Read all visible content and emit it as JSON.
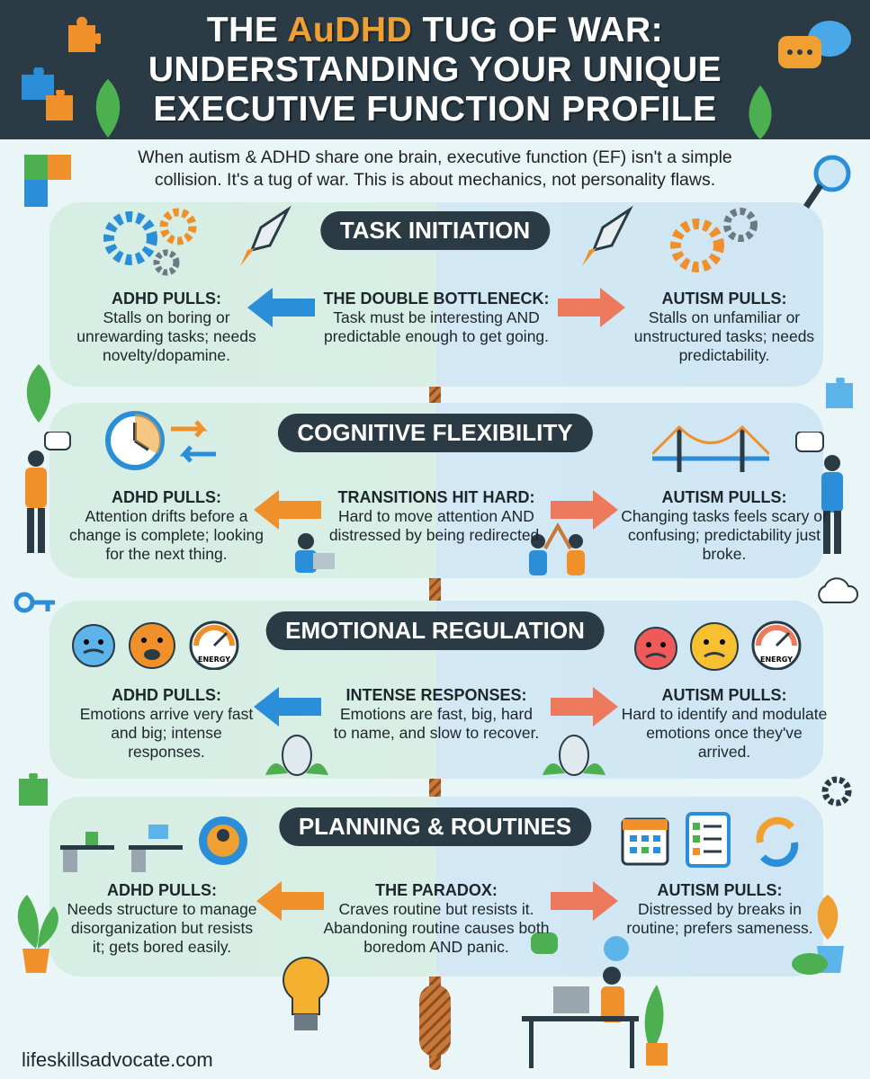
{
  "header": {
    "title_prefix": "THE ",
    "title_accent": "AuDHD",
    "title_line1_rest": " TUG OF WAR:",
    "title_line2": "UNDERSTANDING YOUR UNIQUE",
    "title_line3": "EXECUTIVE FUNCTION PROFILE"
  },
  "intro": "When autism & ADHD share one brain, executive function (EF) isn't a simple collision. It's a tug of war. This is about mechanics, not personality flaws.",
  "colors": {
    "header_bg": "#2b3b45",
    "accent": "#f0a030",
    "adhd_tint": "#d6eee3",
    "autism_tint": "#d3e8f4",
    "arrow_blue": "#2a8fd8",
    "arrow_orange": "#f0902a",
    "arrow_salmon": "#ee7a5e"
  },
  "sections": [
    {
      "title": "TASK INITIATION",
      "adhd_heading": "ADHD PULLS:",
      "adhd_text": "Stalls on boring or unrewarding tasks; needs novelty/dopamine.",
      "center_heading": "THE DOUBLE BOTTLENECK:",
      "center_text": "Task must be interesting AND predictable enough to get going.",
      "autism_heading": "AUTISM PULLS:",
      "autism_text": "Stalls on unfamiliar or unstructured tasks; needs predictability.",
      "left_arrow_color": "blue",
      "icons_left": [
        "gears-icon",
        "rocket-icon"
      ],
      "icons_right": [
        "rocket-icon",
        "gears-icon"
      ]
    },
    {
      "title": "COGNITIVE FLEXIBILITY",
      "adhd_heading": "ADHD PULLS:",
      "adhd_text": "Attention drifts before a change is complete; looking for the next thing.",
      "center_heading": "TRANSITIONS HIT HARD:",
      "center_text": "Hard to move attention AND distressed by being redirected.",
      "autism_heading": "AUTISM PULLS:",
      "autism_text": "Changing tasks feels scary or confusing; predictability just broke.",
      "left_arrow_color": "orange",
      "icons_left": [
        "clock-icon",
        "swap-arrows-icon"
      ],
      "icons_right": [
        "bridge-icon",
        "person-pointing-icon"
      ]
    },
    {
      "title": "EMOTIONAL REGULATION",
      "adhd_heading": "ADHD PULLS:",
      "adhd_text": "Emotions arrive very fast and big; intense responses.",
      "center_heading": "INTENSE RESPONSES:",
      "center_text": "Emotions are fast, big, hard to name, and slow to recover.",
      "autism_heading": "AUTISM PULLS:",
      "autism_text": "Hard to identify and modulate emotions once they've arrived.",
      "left_arrow_color": "blue",
      "gauge_label": "ENERGY",
      "icons_left": [
        "angry-face-icon",
        "shouting-face-icon",
        "energy-gauge-icon"
      ],
      "icons_right": [
        "angry-face-icon",
        "sad-face-icon",
        "energy-gauge-icon"
      ]
    },
    {
      "title": "PLANNING & ROUTINES",
      "adhd_heading": "ADHD PULLS:",
      "adhd_text": "Needs structure to manage disorganization but resists it; gets bored easily.",
      "center_heading": "THE PARADOX:",
      "center_text": "Craves routine but resists it. Abandoning routine causes both boredom AND panic.",
      "autism_heading": "AUTISM PULLS:",
      "autism_text": "Distressed by breaks in routine; prefers sameness.",
      "left_arrow_color": "orange",
      "icons_left": [
        "messy-desk-icon",
        "stressed-person-icon"
      ],
      "icons_right": [
        "calendar-icon",
        "checklist-icon",
        "cycle-arrows-icon"
      ]
    }
  ],
  "footer": "lifeskillsadvocate.com"
}
